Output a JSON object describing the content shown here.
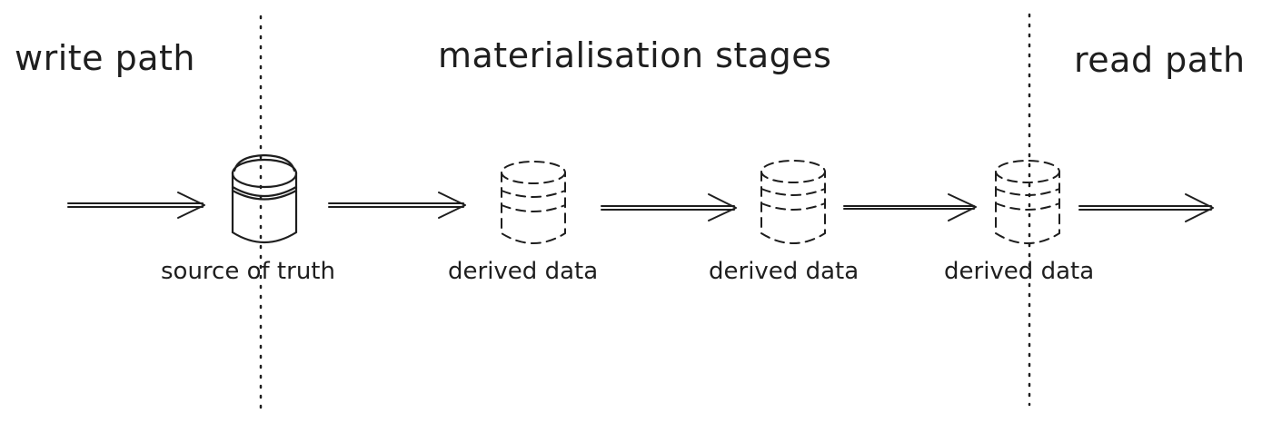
{
  "sections": {
    "write": "write path",
    "materialisation": "materialisation stages",
    "read": "read path"
  },
  "nodes": {
    "source": "source of truth",
    "derived_1": "derived data",
    "derived_2": "derived data",
    "derived_3": "derived data"
  },
  "styles": {
    "ink": "#1e1e1e",
    "background": "#ffffff"
  }
}
